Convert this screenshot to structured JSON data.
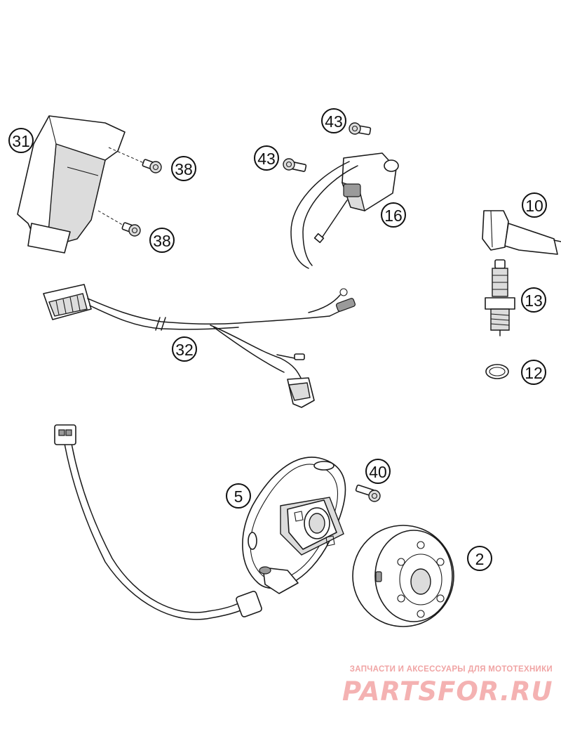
{
  "callouts": {
    "c31": "31",
    "c38a": "38",
    "c38b": "38",
    "c43a": "43",
    "c43b": "43",
    "c16": "16",
    "c10": "10",
    "c13": "13",
    "c12": "12",
    "c32": "32",
    "c40": "40",
    "c5": "5",
    "c2": "2"
  },
  "watermark": {
    "tagline": "ЗАПЧАСТИ И АКСЕССУАРЫ ДЛЯ МОТОТЕХНИКИ",
    "logo": "PARTSFOR.RU"
  }
}
